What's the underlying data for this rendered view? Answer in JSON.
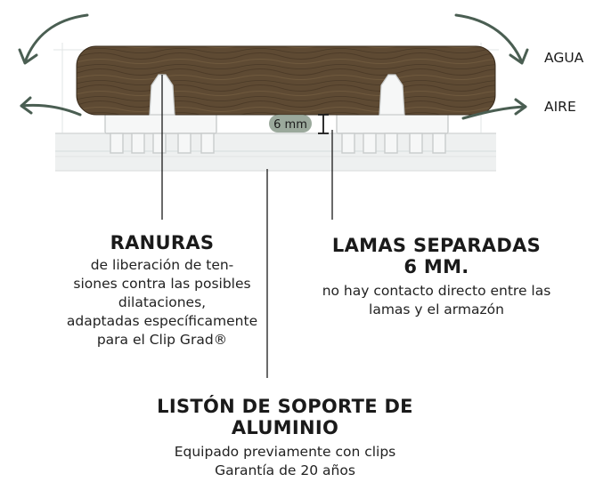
{
  "side_labels": {
    "water": "AGUA",
    "air": "AIRE"
  },
  "gap_badge": "6 mm",
  "callouts": {
    "grooves": {
      "title": "RANURAS",
      "lines": [
        "de liberación de ten-",
        "siones contra las posibles",
        "dilataciones,",
        "adaptadas específicamente",
        "para el Clip Grad®"
      ]
    },
    "spacing": {
      "title_lines": [
        "LAMAS SEPARADAS",
        "6 MM."
      ],
      "lines": [
        "no hay contacto directo entre las",
        "lamas y el armazón"
      ]
    },
    "rail": {
      "title_lines": [
        "LISTÓN DE SOPORTE DE",
        "ALUMINIO"
      ],
      "lines": [
        "Equipado previamente con clips",
        "Garantía de 20 años"
      ]
    }
  },
  "colors": {
    "wood": "#5e4a33",
    "arrow": "#4a5e52",
    "badge": "#8a9a8b",
    "rail": "#e6e8e8"
  }
}
